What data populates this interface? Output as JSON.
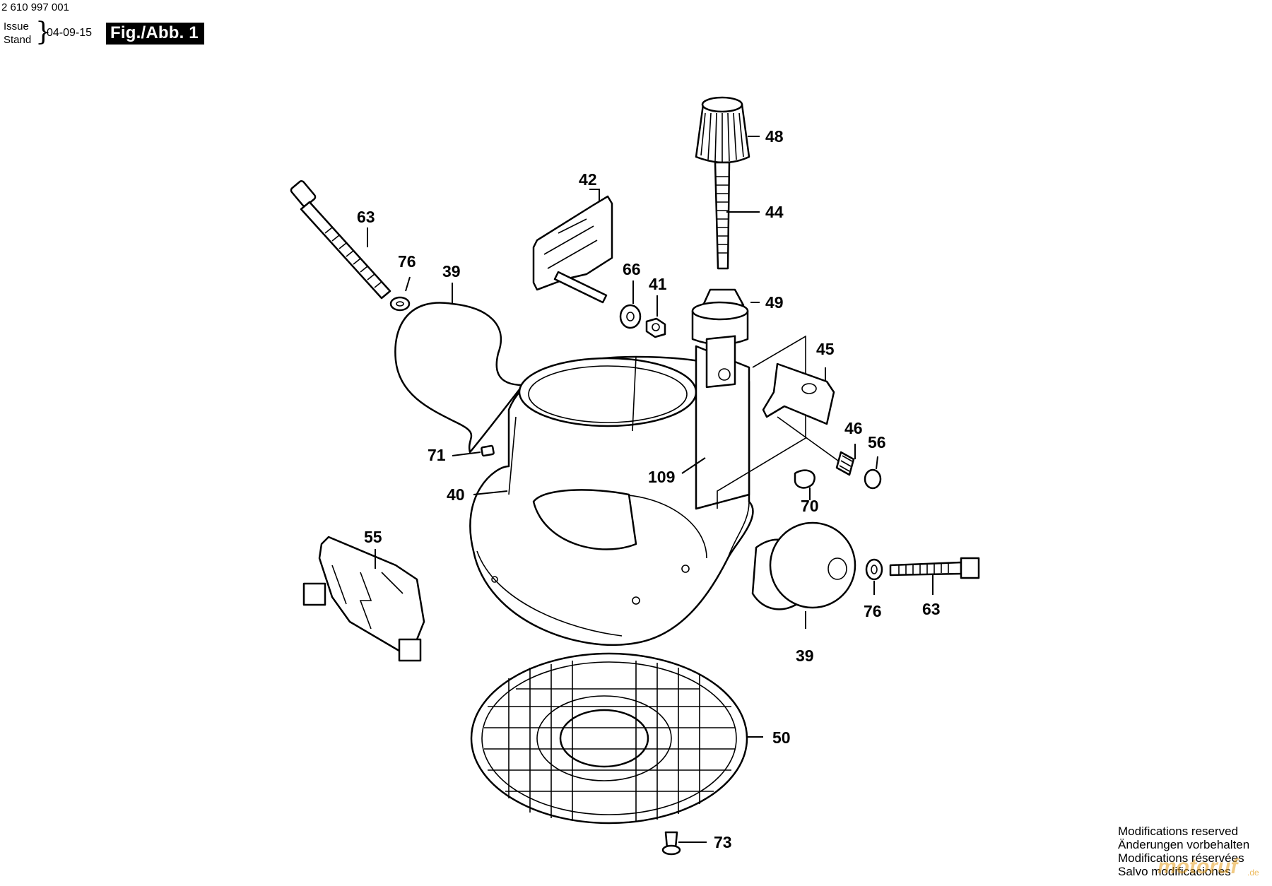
{
  "header": {
    "part_number": "2 610 997 001",
    "issue_label": "Issue",
    "stand_label": "Stand",
    "date": "04-09-15",
    "figure_label": "Fig./Abb. 1"
  },
  "callouts": {
    "c48": "48",
    "c44": "44",
    "c42": "42",
    "c63a": "63",
    "c76a": "76",
    "c39a": "39",
    "c66": "66",
    "c41": "41",
    "c49": "49",
    "c45": "45",
    "c46": "46",
    "c56": "56",
    "c71": "71",
    "c109": "109",
    "c40": "40",
    "c70": "70",
    "c55": "55",
    "c76b": "76",
    "c63b": "63",
    "c39b": "39",
    "c50": "50",
    "c73": "73"
  },
  "notes": [
    "Modifications reserved",
    "Änderungen vorbehalten",
    "Modifications réservées",
    "Salvo modificaciones"
  ],
  "watermark": {
    "text": "motoruf",
    "tld": ".de"
  }
}
